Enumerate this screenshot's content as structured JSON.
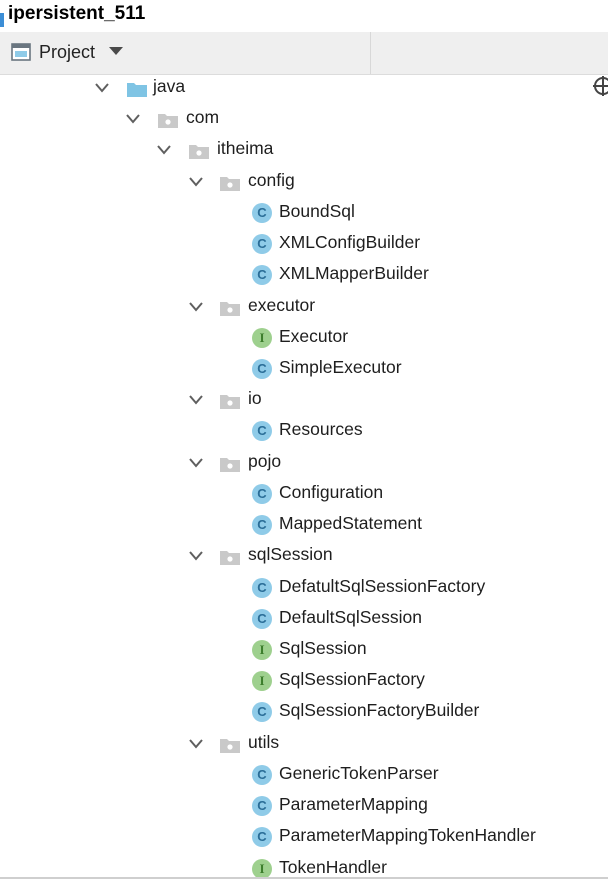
{
  "window": {
    "title": "ipersistent_511"
  },
  "toolbar": {
    "view_label": "Project"
  },
  "colors": {
    "class_badge": "#8fcbe8",
    "interface_badge": "#9ed08e",
    "folder": "#7fc4e4",
    "package": "#c9c9c9"
  },
  "tree": [
    {
      "label": "java",
      "type": "source-folder",
      "level": 0,
      "expanded": true
    },
    {
      "label": "com",
      "type": "package",
      "level": 1,
      "expanded": true
    },
    {
      "label": "itheima",
      "type": "package",
      "level": 2,
      "expanded": true
    },
    {
      "label": "config",
      "type": "package",
      "level": 3,
      "expanded": true
    },
    {
      "label": "BoundSql",
      "type": "class",
      "level": 4
    },
    {
      "label": "XMLConfigBuilder",
      "type": "class",
      "level": 4
    },
    {
      "label": "XMLMapperBuilder",
      "type": "class",
      "level": 4
    },
    {
      "label": "executor",
      "type": "package",
      "level": 3,
      "expanded": true
    },
    {
      "label": "Executor",
      "type": "interface",
      "level": 4
    },
    {
      "label": "SimpleExecutor",
      "type": "class",
      "level": 4
    },
    {
      "label": "io",
      "type": "package",
      "level": 3,
      "expanded": true
    },
    {
      "label": "Resources",
      "type": "class",
      "level": 4
    },
    {
      "label": "pojo",
      "type": "package",
      "level": 3,
      "expanded": true
    },
    {
      "label": "Configuration",
      "type": "class",
      "level": 4
    },
    {
      "label": "MappedStatement",
      "type": "class",
      "level": 4
    },
    {
      "label": "sqlSession",
      "type": "package",
      "level": 3,
      "expanded": true
    },
    {
      "label": "DefatultSqlSessionFactory",
      "type": "class",
      "level": 4
    },
    {
      "label": "DefaultSqlSession",
      "type": "class",
      "level": 4
    },
    {
      "label": "SqlSession",
      "type": "interface",
      "level": 4
    },
    {
      "label": "SqlSessionFactory",
      "type": "interface",
      "level": 4
    },
    {
      "label": "SqlSessionFactoryBuilder",
      "type": "class",
      "level": 4
    },
    {
      "label": "utils",
      "type": "package",
      "level": 3,
      "expanded": true
    },
    {
      "label": "GenericTokenParser",
      "type": "class",
      "level": 4
    },
    {
      "label": "ParameterMapping",
      "type": "class",
      "level": 4
    },
    {
      "label": "ParameterMappingTokenHandler",
      "type": "class",
      "level": 4
    },
    {
      "label": "TokenHandler",
      "type": "interface",
      "level": 4
    }
  ]
}
